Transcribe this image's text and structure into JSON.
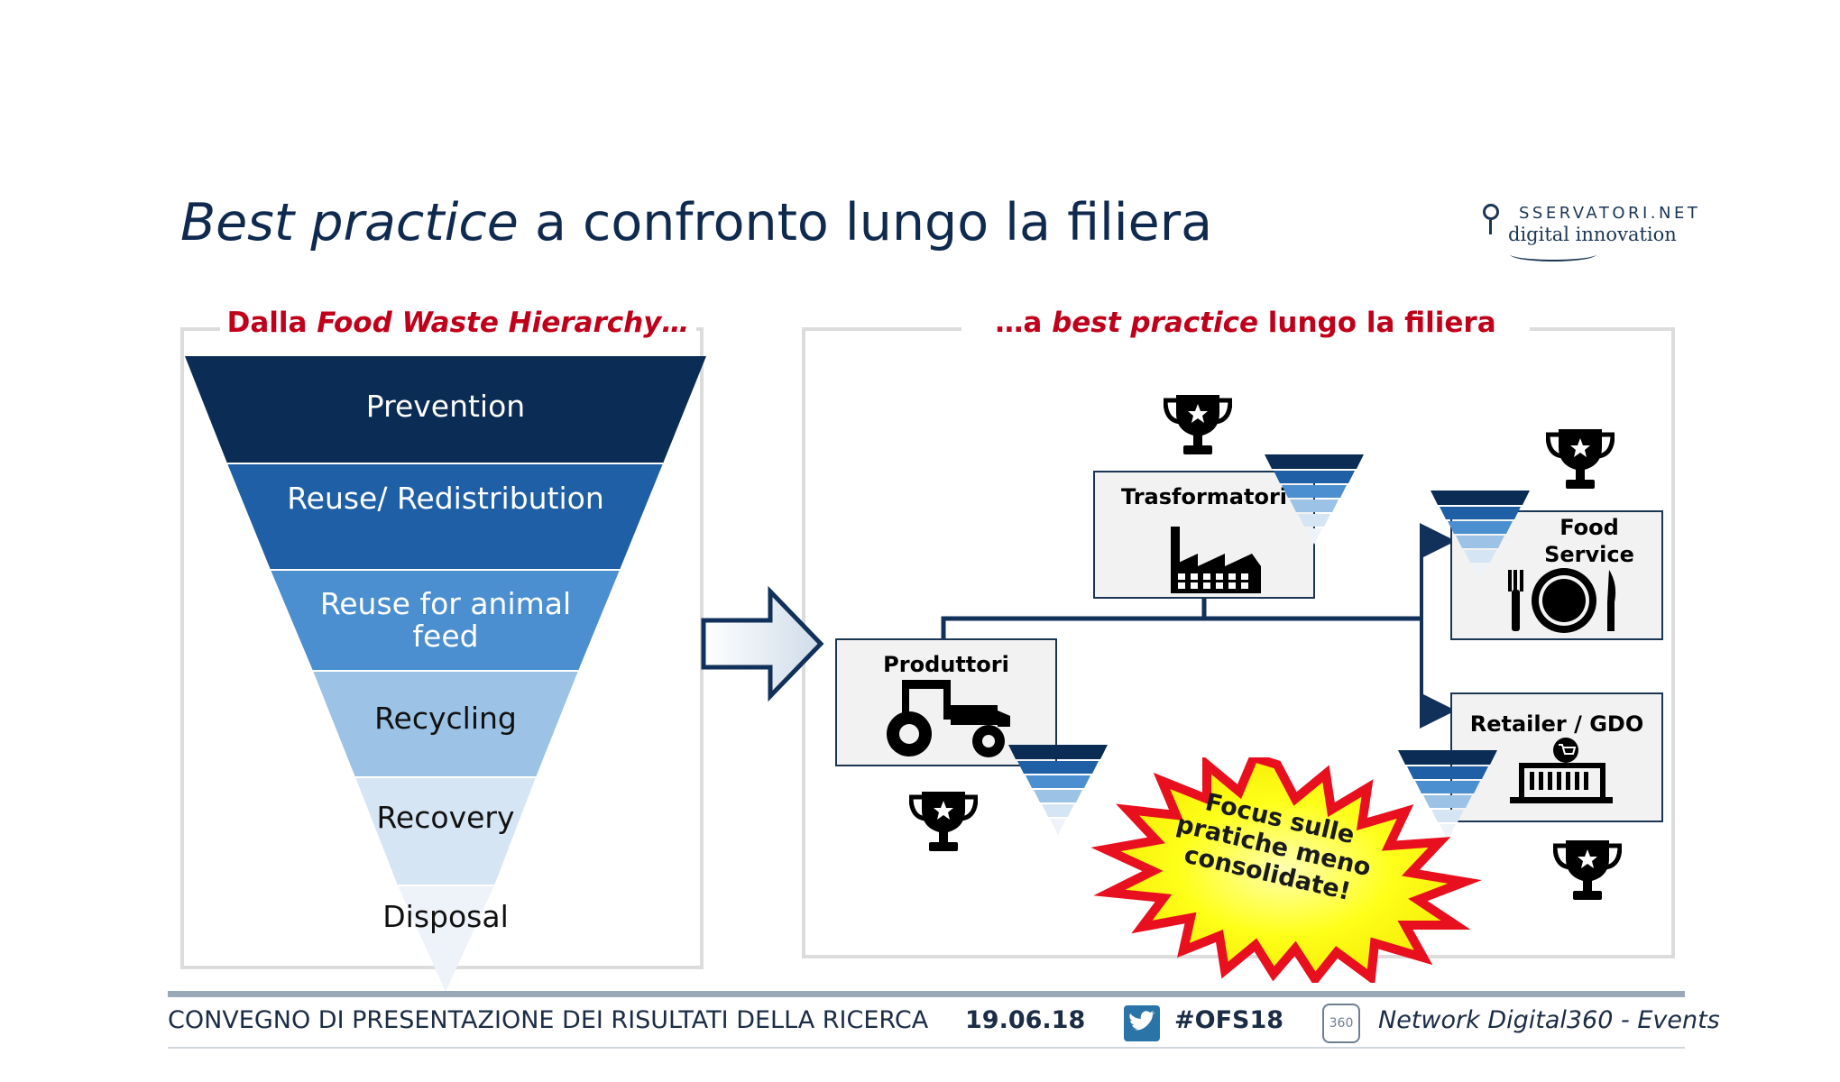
{
  "title": {
    "italic": "Best practice",
    "rest": " a confronto lungo la filiera"
  },
  "logo": {
    "line1": "SSERVATORI.NET",
    "line2": "digital innovation"
  },
  "left_panel": {
    "heading_prefix": "Dalla ",
    "heading_italic": "Food Waste Hierarchy…",
    "tiers": [
      {
        "label": "Prevention",
        "color": "#0b2d55"
      },
      {
        "label": "Reuse/ Redistribution",
        "color": "#1f5fa6"
      },
      {
        "label": "Reuse for animal feed",
        "color": "#4c8fd0"
      },
      {
        "label": "Recycling",
        "color": "#9cc2e6"
      },
      {
        "label": "Recovery",
        "color": "#d6e5f4"
      },
      {
        "label": "Disposal",
        "color": "#f0f4f9"
      }
    ]
  },
  "right_panel": {
    "heading_prefix": "…a ",
    "heading_italic": "best practice",
    "heading_suffix": " lungo la filiera",
    "nodes": {
      "produttori": "Produttori",
      "trasformatori": "Trasformatori",
      "food_service": "Food Service",
      "retailer": "Retailer / GDO"
    },
    "burst_text": "Focus sulle pratiche meno consolidate!"
  },
  "footer": {
    "event": "CONVEGNO DI PRESENTAZIONE DEI RISULTATI DELLA RICERCA",
    "date": "19.06.18",
    "hashtag": "#OFS18",
    "network": "Network Digital360 - Events",
    "icon_360": "360"
  },
  "colors": {
    "navy": "#0b2d55",
    "accent_red": "#c0001a",
    "burst_red": "#e8101e",
    "burst_yellow": "#ffff1a"
  }
}
